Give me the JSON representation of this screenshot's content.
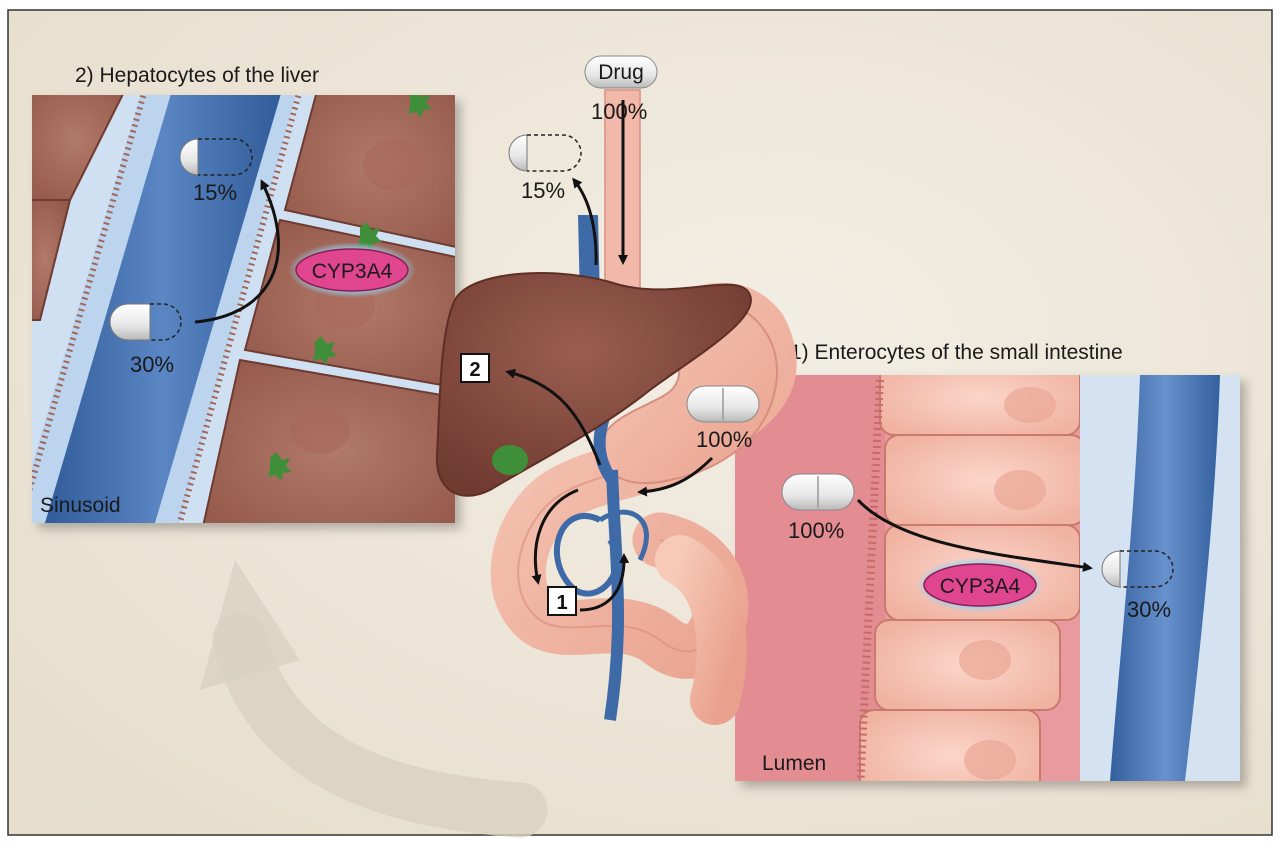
{
  "panels": {
    "liver": {
      "title": "2) Hepatocytes of the liver",
      "region_label": "Sinusoid",
      "enzyme": "CYP3A4",
      "pill_in_pct": "30%",
      "pill_out_pct": "15%"
    },
    "intestine": {
      "title": "1) Enterocytes of the small intestine",
      "region_label": "Lumen",
      "enzyme": "CYP3A4",
      "pill_in_pct": "100%",
      "pill_out_pct": "30%"
    }
  },
  "center": {
    "drug_label": "Drug",
    "drug_pct": "100%",
    "portal_out_pct": "15%",
    "stomach_pct": "100%",
    "step_1": "1",
    "step_2": "2"
  },
  "colors": {
    "background": "#ede6d8",
    "vessel_blue": "#3f6aa8",
    "hepatocyte": "#a56a5c",
    "enterocyte": "#f6c3b4",
    "liver_organ": "#8a4f43",
    "enzyme_fill": "#e04590",
    "enzyme_glow": "#8fd3f4"
  }
}
